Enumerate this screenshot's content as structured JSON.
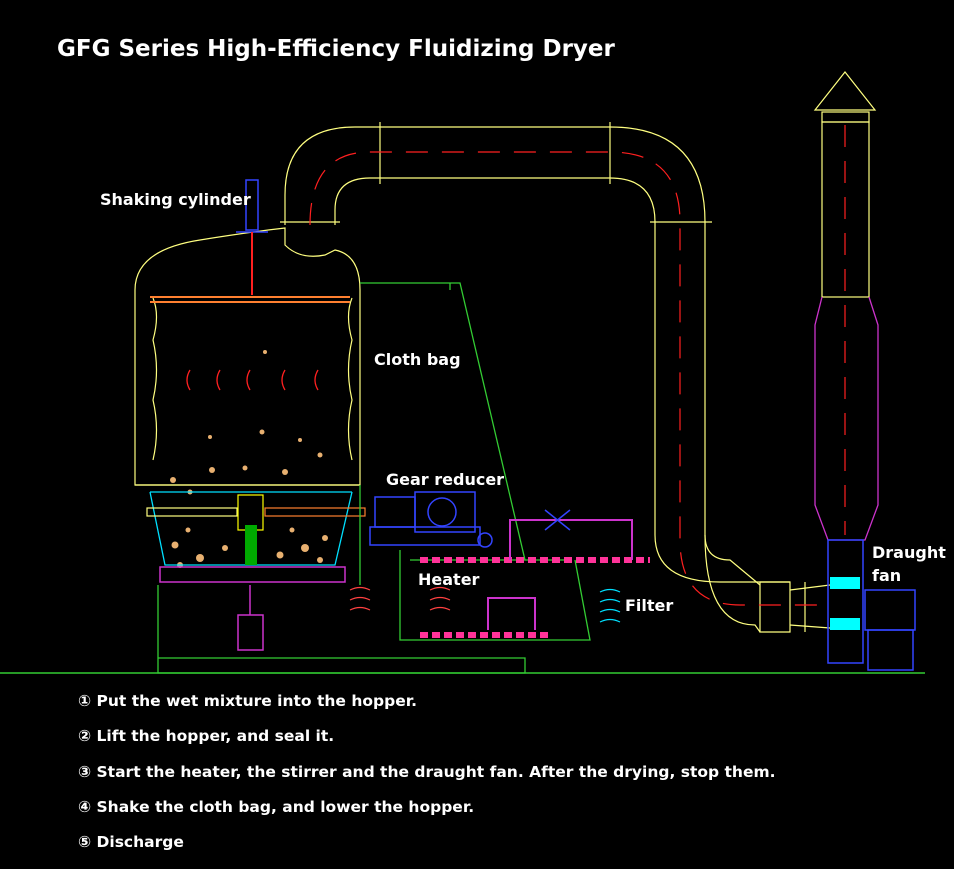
{
  "title": "GFG Series High-Efficiency Fluidizing Dryer",
  "labels": {
    "shaking_cylinder": "Shaking cylinder",
    "cloth_bag": "Cloth bag",
    "gear_reducer": "Gear reducer",
    "heater": "Heater",
    "filter": "Filter",
    "draught_fan_line1": "Draught",
    "draught_fan_line2": "fan"
  },
  "steps": [
    "① Put the wet mixture into the hopper.",
    "② Lift the hopper, and seal it.",
    "③ Start the heater, the stirrer and the draught fan. After the drying, stop them.",
    "④ Shake the cloth bag, and lower the hopper.",
    "⑤ Discharge"
  ],
  "colors": {
    "background": "#000000",
    "duct": "#ffff80",
    "frame": "#33cc33",
    "chimney": "#cc33cc",
    "pipe_red": "#ff2020",
    "fan_cyan": "#00ffff",
    "motor_blue": "#3344ff",
    "heater_pipe": "#ff3399"
  }
}
